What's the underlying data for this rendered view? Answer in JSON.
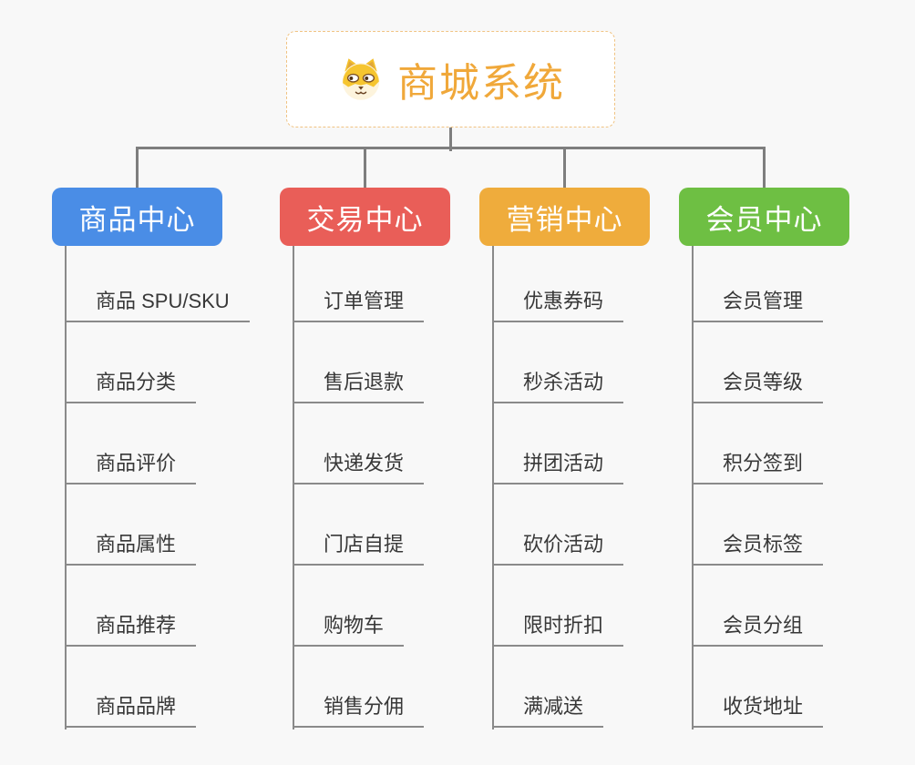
{
  "root": {
    "title": "商城系统",
    "icon": "shiba-dog-face-icon",
    "title_color": "#f0a83a",
    "border_color": "#f0c382"
  },
  "connector_color": "#7e7e7e",
  "branches": [
    {
      "label": "商品中心",
      "color": "#4a8de6",
      "children": [
        "商品 SPU/SKU",
        "商品分类",
        "商品评价",
        "商品属性",
        "商品推荐",
        "商品品牌"
      ]
    },
    {
      "label": "交易中心",
      "color": "#e95e58",
      "children": [
        "订单管理",
        "售后退款",
        "快递发货",
        "门店自提",
        "购物车",
        "销售分佣"
      ]
    },
    {
      "label": "营销中心",
      "color": "#efac3c",
      "children": [
        "优惠券码",
        "秒杀活动",
        "拼团活动",
        "砍价活动",
        "限时折扣",
        "满减送"
      ]
    },
    {
      "label": "会员中心",
      "color": "#6ebf43",
      "children": [
        "会员管理",
        "会员等级",
        "积分签到",
        "会员标签",
        "会员分组",
        "收货地址"
      ]
    }
  ]
}
